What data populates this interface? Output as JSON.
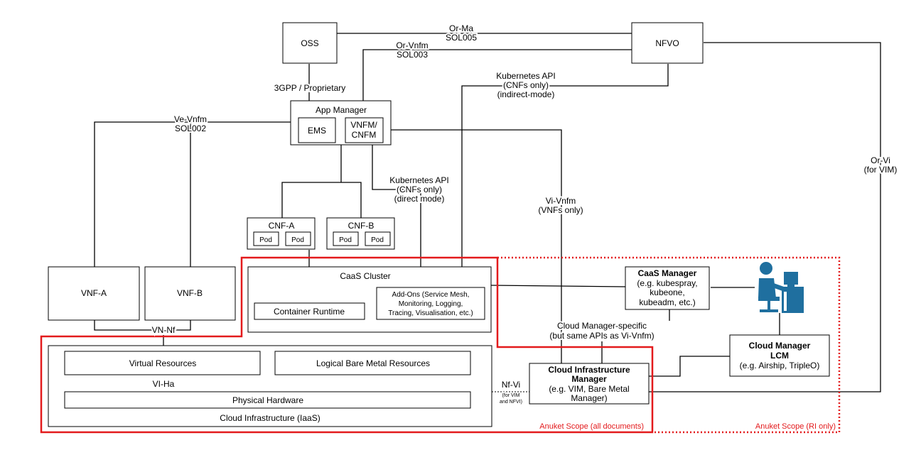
{
  "nodes": {
    "oss": "OSS",
    "nfvo": "NFVO",
    "app_manager": "App Manager",
    "ems": "EMS",
    "vnfm_cnfm": [
      "VNFM/",
      "CNFM"
    ],
    "cnf_a": "CNF-A",
    "cnf_b": "CNF-B",
    "pod": "Pod",
    "vnf_a": "VNF-A",
    "vnf_b": "VNF-B",
    "caas_cluster": "CaaS Cluster",
    "container_runtime": "Container Runtime",
    "addons": [
      "Add-Ons (Service Mesh,",
      "Monitoring, Logging,",
      "Tracing, Visualisation, etc.)"
    ],
    "caas_manager": {
      "title": "CaaS Manager",
      "lines": [
        "(e.g. kubespray,",
        "kubeone,",
        "kubeadm, etc.)"
      ]
    },
    "cim": {
      "title": [
        "Cloud Infrastructure",
        "Manager"
      ],
      "lines": [
        "(e.g. VIM, Bare Metal",
        "Manager)"
      ]
    },
    "cloud_manager_lcm": {
      "title": [
        "Cloud Manager",
        "LCM"
      ],
      "lines": [
        "(e.g. Airship, TripleO)"
      ]
    },
    "virtual_resources": "Virtual Resources",
    "logical_bare_metal": "Logical Bare Metal Resources",
    "physical_hardware": "Physical Hardware",
    "cloud_infrastructure": "Cloud Infrastructure (IaaS)"
  },
  "edges": {
    "or_ma": [
      "Or-Ma",
      "SOL005"
    ],
    "or_vnfm": [
      "Or-Vnfm",
      "SOL003"
    ],
    "gpp": "3GPP / Proprietary",
    "ve_vnfm": [
      "Ve-Vnfm",
      "SOL002"
    ],
    "k8s_indirect": [
      "Kubernetes API",
      "(CNFs only)",
      "(indirect-mode)"
    ],
    "k8s_direct": [
      "Kubernetes API",
      "(CNFs only)",
      "(direct mode)"
    ],
    "vi_vnfm": [
      "Vi-Vnfm",
      "(VNFs only)"
    ],
    "or_vi": [
      "Or-Vi",
      "(for VIM)"
    ],
    "vn_nf": "VN-Nf",
    "vi_ha": "VI-Ha",
    "nf_vi": "Nf-Vi",
    "nf_vi_sub": [
      "(for VIM",
      "and NFVI)"
    ],
    "cloud_mgr_specific": [
      "Cloud Manager-specific",
      "(but same APIs as Vi-Vnfm)"
    ]
  },
  "scopes": {
    "all_docs": "Anuket Scope (all documents)",
    "ri_only": "Anuket Scope (RI only)"
  },
  "icons": [
    "operator-at-workstation-icon"
  ],
  "colors": {
    "scope": "#e31a1c",
    "icon": "#1f6f9f"
  }
}
